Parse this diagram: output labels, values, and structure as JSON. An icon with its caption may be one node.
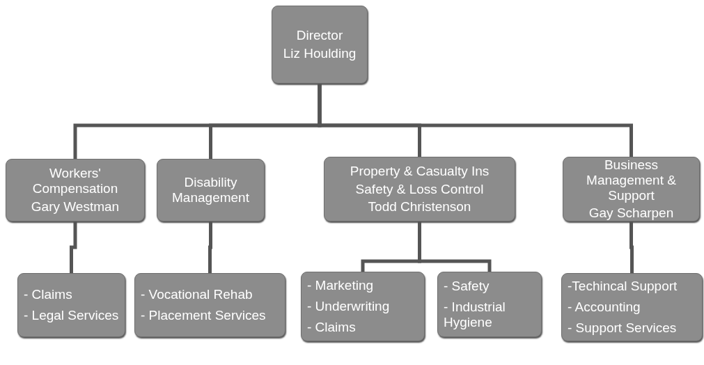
{
  "diagram": {
    "nodes": [
      {
        "text": [
          "Director",
          "Liz Houlding"
        ]
      },
      {
        "text": [
          "Workers' Compensation",
          "Gary Westman"
        ]
      },
      {
        "text": [
          "Disability Management"
        ]
      },
      {
        "text": [
          "Property & Casualty Ins",
          "Safety & Loss Control",
          "Todd Christenson"
        ]
      },
      {
        "text": [
          "Business Management & Support",
          "Gay Scharpen"
        ]
      },
      {
        "text": [
          "- Claims",
          "- Legal Services"
        ]
      },
      {
        "text": [
          "- Vocational Rehab",
          "- Placement Services"
        ]
      },
      {
        "text": [
          "- Marketing",
          "- Underwriting",
          "- Claims"
        ]
      },
      {
        "text": [
          "- Safety",
          "- Industrial Hygiene"
        ]
      },
      {
        "text": [
          "-Techincal Support",
          "- Accounting",
          "- Support Services"
        ]
      }
    ],
    "edges": [
      {
        "from": 0,
        "to": 1,
        "arrow": "none"
      },
      {
        "from": 0,
        "to": 2,
        "arrow": "none"
      },
      {
        "from": 0,
        "to": 3,
        "arrow": "none"
      },
      {
        "from": 0,
        "to": 4,
        "arrow": "none"
      },
      {
        "from": 1,
        "to": 5,
        "arrow": "none"
      },
      {
        "from": 2,
        "to": 6,
        "arrow": "none"
      },
      {
        "from": 3,
        "to": 7,
        "arrow": "none"
      },
      {
        "from": 3,
        "to": 8,
        "arrow": "none"
      },
      {
        "from": 4,
        "to": 9,
        "arrow": "none"
      }
    ]
  }
}
